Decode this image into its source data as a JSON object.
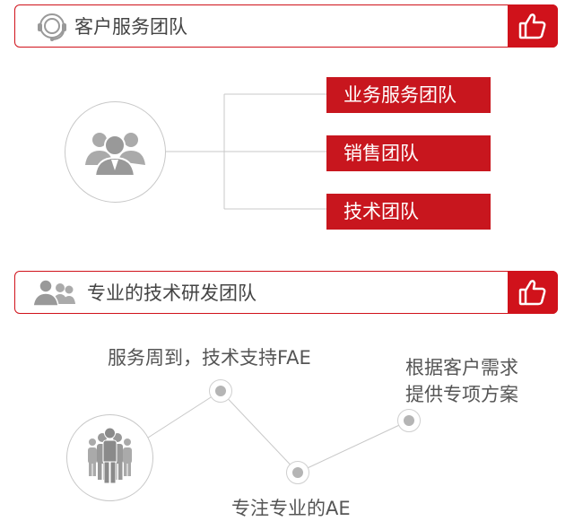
{
  "section1": {
    "title": "客户服务团队",
    "headset_icon": "headset-icon",
    "thumb_icon": "thumbs-up-icon",
    "group_icon": "people-group-icon",
    "teams": [
      "业务服务团队",
      "销售团队",
      "技术团队"
    ]
  },
  "section2": {
    "title": "专业的技术研发团队",
    "team_icon": "team-icon",
    "thumb_icon": "thumbs-up-icon",
    "people_icon": "standing-people-icon",
    "points": [
      {
        "text": "服务周到，技术支持FAE"
      },
      {
        "text": "专注专业的AE"
      },
      {
        "line1": "根据客户需求",
        "line2": "提供专项方案"
      }
    ]
  },
  "colors": {
    "accent": "#c8161e",
    "line": "#c8c8c8",
    "text": "#444444"
  }
}
